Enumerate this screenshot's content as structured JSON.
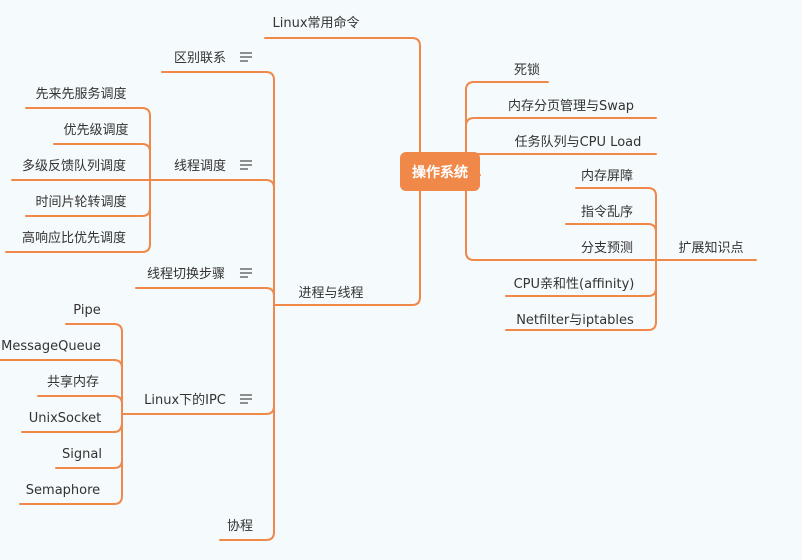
{
  "root": "操作系统",
  "left": {
    "linux_cmd": "Linux常用命令",
    "process_thread": {
      "label": "进程与线程",
      "distinction": "区别联系",
      "scheduling": {
        "label": "线程调度",
        "items": [
          "先来先服务调度",
          "优先级调度",
          "多级反馈队列调度",
          "时间片轮转调度",
          "高响应比优先调度"
        ]
      },
      "switch_steps": "线程切换步骤",
      "ipc": {
        "label": "Linux下的IPC",
        "items": [
          "Pipe",
          "MessageQueue",
          "共享内存",
          "UnixSocket",
          "Signal",
          "Semaphore"
        ]
      },
      "coroutine": "协程"
    }
  },
  "right": {
    "deadlock": "死锁",
    "paging": "内存分页管理与Swap",
    "task_queue": "任务队列与CPU Load",
    "extended": {
      "label": "扩展知识点",
      "items": [
        "内存屏障",
        "指令乱序",
        "分支预测",
        "CPU亲和性(affinity)",
        "Netfilter与iptables"
      ]
    }
  },
  "colors": {
    "branch": "#f0884a",
    "background": "#f5fafd",
    "text": "#333333"
  }
}
